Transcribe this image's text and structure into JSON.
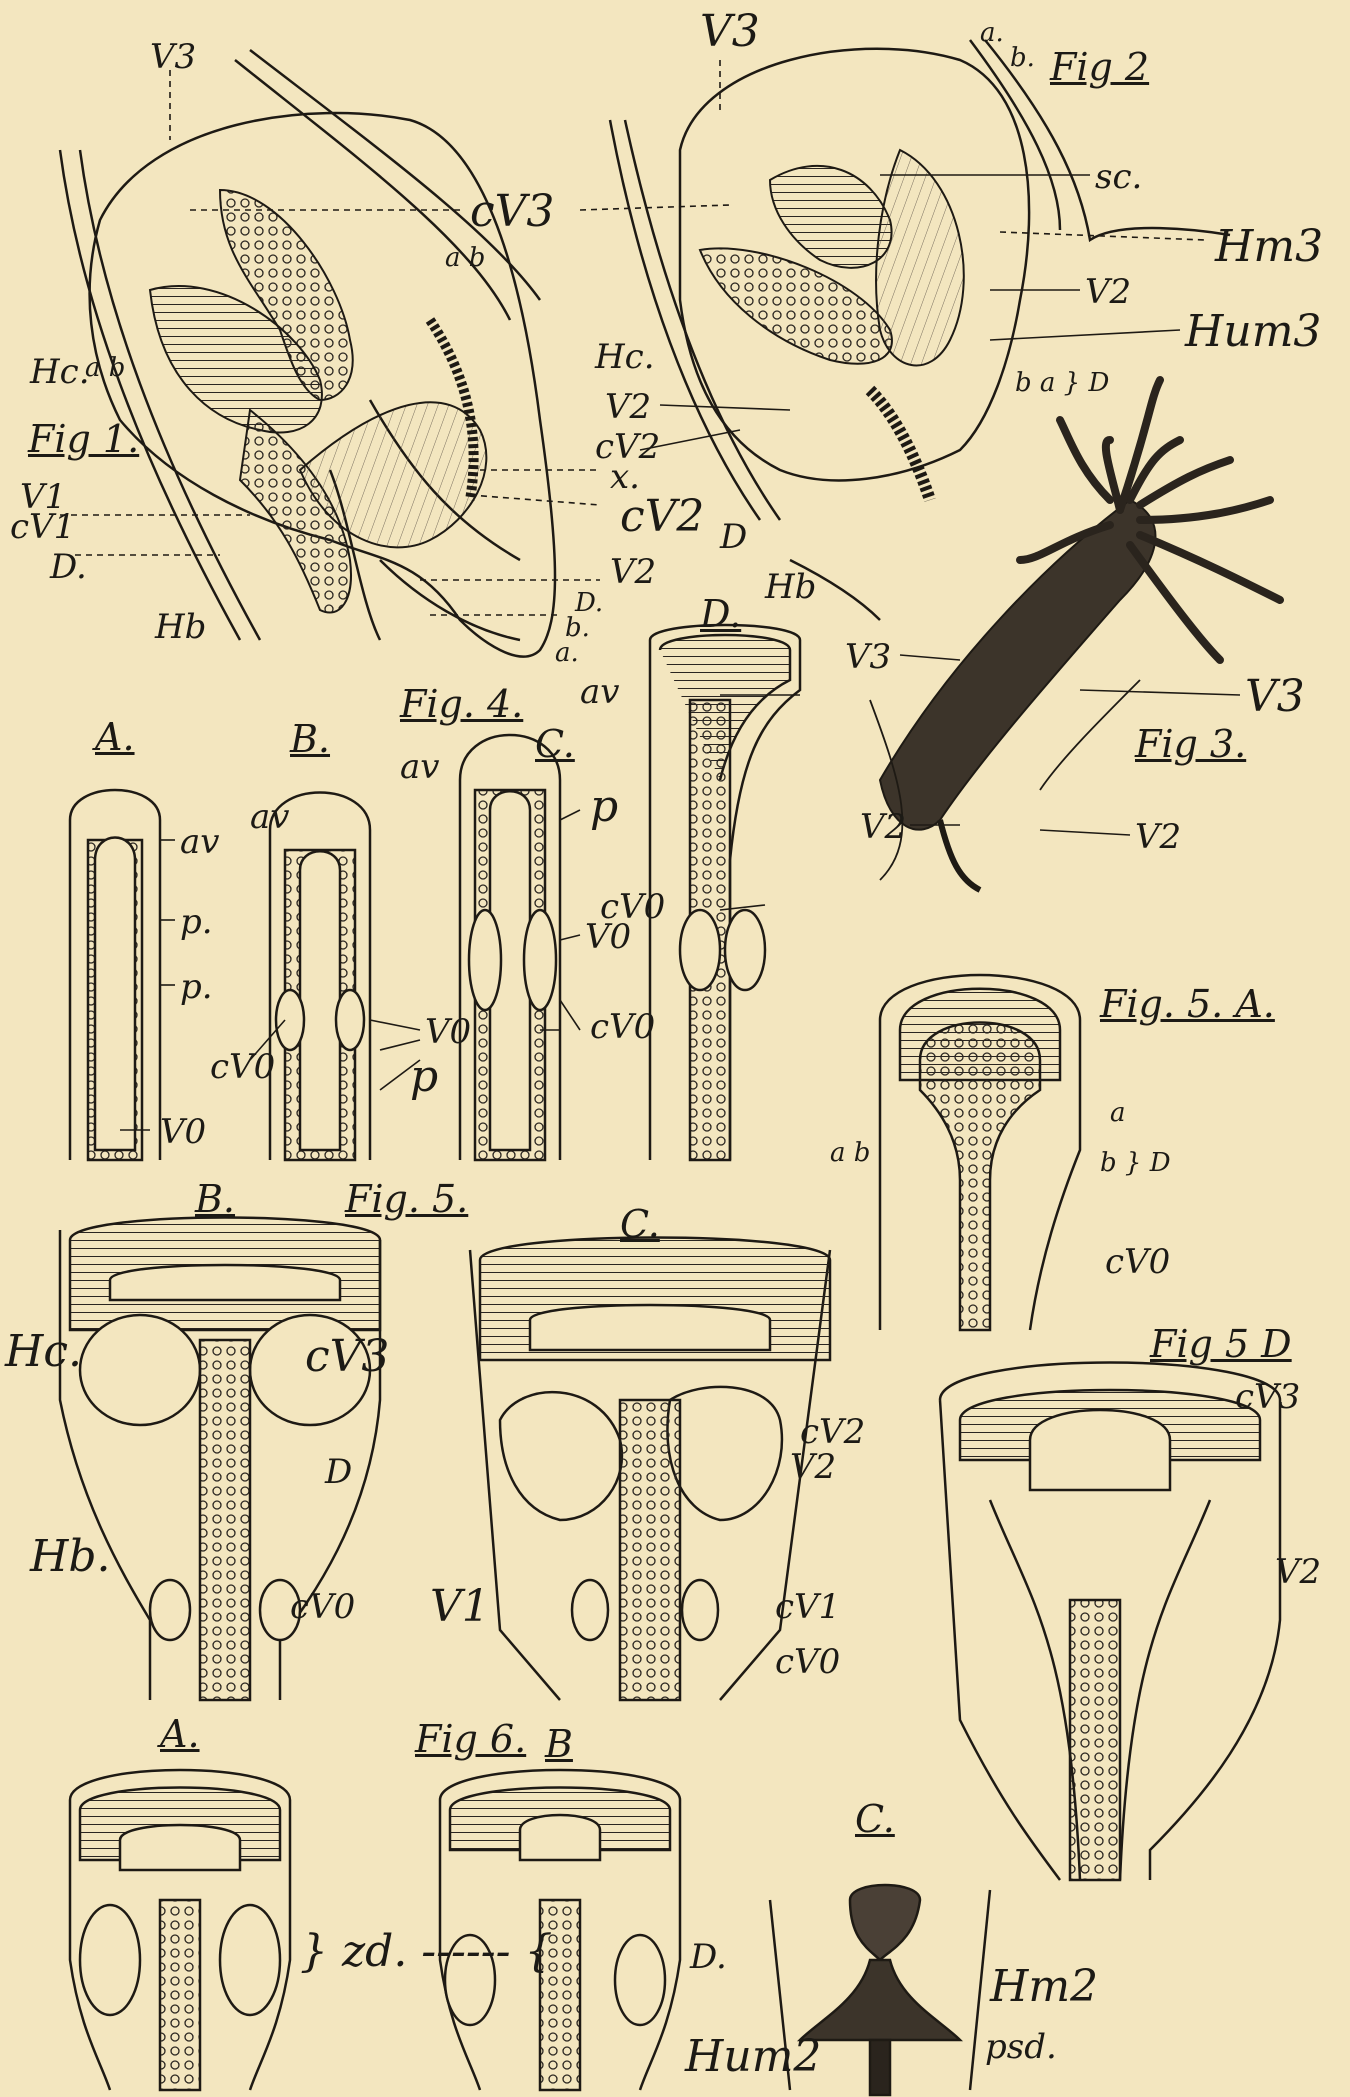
{
  "figure_titles": {
    "fig1": "Fig 1.",
    "fig2": "Fig 2",
    "fig3": "Fig 3.",
    "fig4": "Fig. 4.",
    "fig5": "Fig. 5.",
    "fig5A": "Fig. 5. A.",
    "fig5D": "Fig 5 D",
    "fig6": "Fig 6."
  },
  "panel_letters": {
    "fig4_A": "A.",
    "fig4_B": "B.",
    "fig4_C": "C.",
    "fig4_D": "D.",
    "fig5_B": "B.",
    "fig5_C": "C.",
    "fig6_A": "A.",
    "fig6_B": "B",
    "fig6_C": "C."
  },
  "labels": {
    "f1_v3": "V3",
    "f1_cv3": "cV3",
    "f1_ab": "a b",
    "f1_hc": "Hc.",
    "f1_ab2": "a b",
    "f1_v1": "V1",
    "f1_cv1": "cV1",
    "f1_d": "D.",
    "f1_hb": "Hb",
    "f1_x": "x.",
    "f1_cv2": "cV2",
    "f1_v2": "V2",
    "f1_d2": "D.",
    "f1_b": "b.",
    "f1_a": "a.",
    "f2_v3": "V3",
    "f2_a": "a.",
    "f2_b": "b.",
    "f2_sc": "sc.",
    "f2_hm3": "Hm3",
    "f2_v2": "V2",
    "f2_hum3": "Hum3",
    "f2_hc": "Hc.",
    "f2_v2b": "V2",
    "f2_cv2": "cV2",
    "f2_d": "D",
    "f2_hb": "Hb",
    "f2_bdD": "b a } D",
    "f3_v3a": "V3",
    "f3_v3b": "V3",
    "f3_v2a": "V2",
    "f3_v2b": "V2",
    "f4_av1": "av",
    "f4_p1": "p.",
    "f4_p2": "p.",
    "f4_cv0a": "cV0",
    "f4_v0a": "V0",
    "f4_av2": "av",
    "f4_v0b": "V0",
    "f4_p3": "p",
    "f4_av3": "av",
    "f4_p4": "p",
    "f4_v0c": "V0",
    "f4_cv0b": "cV0",
    "f4_av4": "av",
    "f4_cv0c": "cV0",
    "f5A_a": "a",
    "f5A_ab": "a b",
    "f5A_bD": "b } D",
    "f5A_cv0": "cV0",
    "f5_hc": "Hc.",
    "f5_cv3": "cV3",
    "f5_d": "D",
    "f5_hb": "Hb.",
    "f5_cv0": "cV0",
    "f5C_cv2": "cV2",
    "f5C_v2": "V2",
    "f5C_v1": "V1",
    "f5C_cv1": "cV1",
    "f5C_cv0": "cV0",
    "f5D_cv3": "cV3",
    "f5D_v2": "V2",
    "f6_zd": "} zd. ------ {",
    "f6_d": "D.",
    "f6_hm2": "Hm2",
    "f6_psd": "psd.",
    "f6_hum2": "Hum2"
  }
}
